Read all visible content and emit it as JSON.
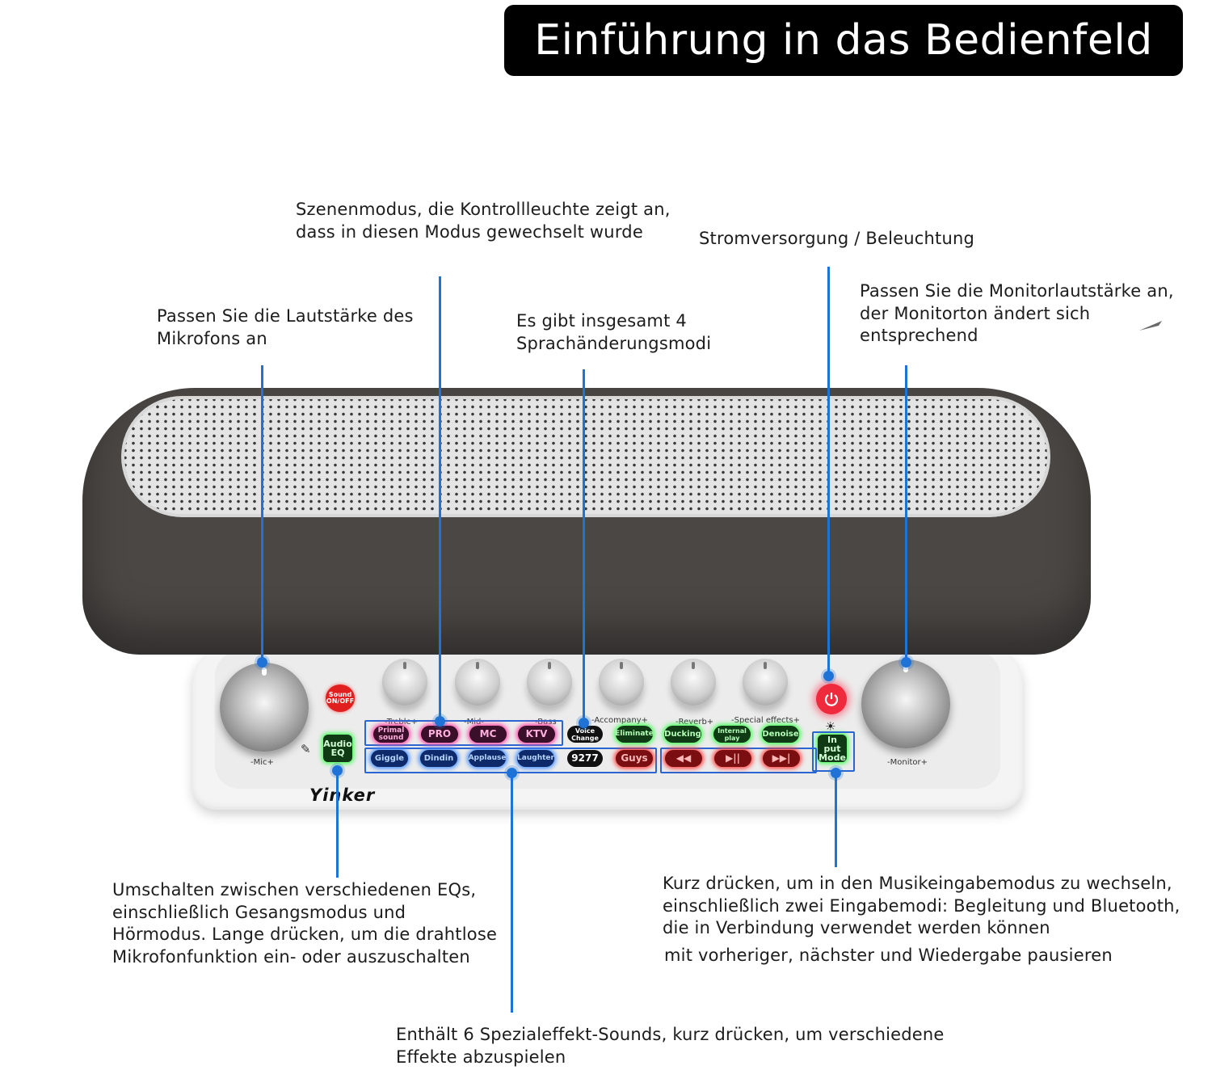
{
  "title": "Einführung in das Bedienfeld",
  "annotations": {
    "mic_volume": "Passen Sie die Lautstärke des Mikrofons an",
    "scene_mode": "Szenenmodus, die Kontrollleuchte zeigt an, dass in diesen Modus gewechselt wurde",
    "voice_change": "Es gibt insgesamt 4 Sprachänderungsmodi",
    "power": "Stromversorgung / Beleuchtung",
    "monitor_volume": "Passen Sie die Monitorlautstärke an, der Monitorton ändert sich entsprechend",
    "audio_eq": "Umschalten zwischen verschiedenen EQs, einschließlich Gesangsmodus und Hörmodus. Lange drücken, um die drahtlose Mikrofonfunktion ein- oder auszuschalten",
    "input_mode": "Kurz drücken, um in den Musikeingabemodus zu wechseln, einschließlich zwei Eingabemodi: Begleitung und Bluetooth, die in Verbindung verwendet werden können",
    "input_mode_extra": "mit vorheriger, nächster und Wiedergabe pausieren",
    "special_effects": "Enthält 6 Spezialeffekt-Sounds, kurz drücken, um verschiedene Effekte abzuspielen"
  },
  "device": {
    "brand": "Yinker",
    "mic_label": "-Mic+",
    "monitor_label": "-Monitor+",
    "sound_onoff": "Sound ON/OFF",
    "knob_labels": [
      "-Treble+",
      "-Mid-",
      "-Bass",
      "-Accompany+",
      "-Reverb+",
      "-Special effects+"
    ],
    "audio_eq": "Audio EQ",
    "input_mode": "In put Mode",
    "scene_buttons": [
      "Primal sound",
      "PRO",
      "MC",
      "KTV"
    ],
    "voice_change": "Voice Change",
    "green_buttons": [
      "Eliminate",
      "Ducking",
      "Internal play",
      "Denoise"
    ],
    "effect_buttons": [
      "Giggle",
      "Dindin",
      "Applause",
      "Laughter"
    ],
    "code_button": "9277",
    "guys_button": "Guys",
    "transport": [
      "◀◀",
      "▶||",
      "▶▶|"
    ]
  }
}
